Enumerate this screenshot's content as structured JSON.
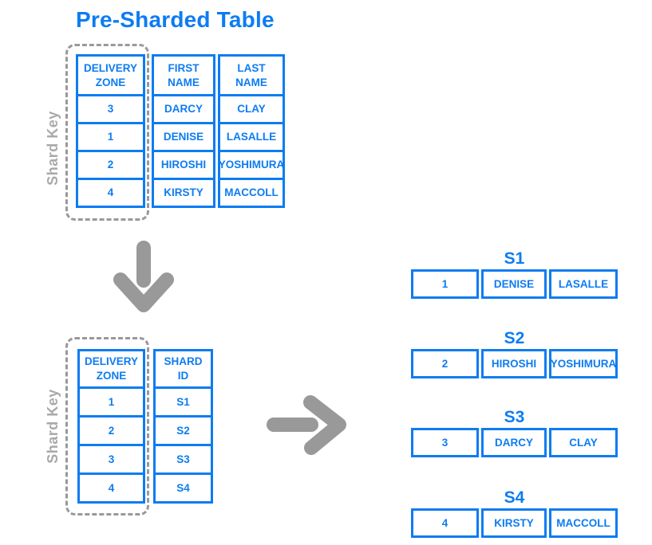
{
  "title": "Pre-Sharded Table",
  "shard_key_label": "Shard Key",
  "colors": {
    "accent_blue": "#0d7cf2",
    "gray": "#999999"
  },
  "pre_table": {
    "headers": [
      "DELIVERY\nZONE",
      "FIRST\nNAME",
      "LAST\nNAME"
    ],
    "rows": [
      [
        "3",
        "DARCY",
        "CLAY"
      ],
      [
        "1",
        "DENISE",
        "LASALLE"
      ],
      [
        "2",
        "HIROSHI",
        "YOSHIMURA"
      ],
      [
        "4",
        "KIRSTY",
        "MACCOLL"
      ]
    ]
  },
  "mapping_table": {
    "headers": [
      "DELIVERY\nZONE",
      "SHARD\nID"
    ],
    "rows": [
      [
        "1",
        "S1"
      ],
      [
        "2",
        "S2"
      ],
      [
        "3",
        "S3"
      ],
      [
        "4",
        "S4"
      ]
    ]
  },
  "shards": [
    {
      "label": "S1",
      "cells": [
        "1",
        "DENISE",
        "LASALLE"
      ]
    },
    {
      "label": "S2",
      "cells": [
        "2",
        "HIROSHI",
        "YOSHIMURA"
      ]
    },
    {
      "label": "S3",
      "cells": [
        "3",
        "DARCY",
        "CLAY"
      ]
    },
    {
      "label": "S4",
      "cells": [
        "4",
        "KIRSTY",
        "MACCOLL"
      ]
    }
  ],
  "icons": {
    "down_arrow": "down-arrow-icon",
    "right_arrow": "right-arrow-icon"
  }
}
